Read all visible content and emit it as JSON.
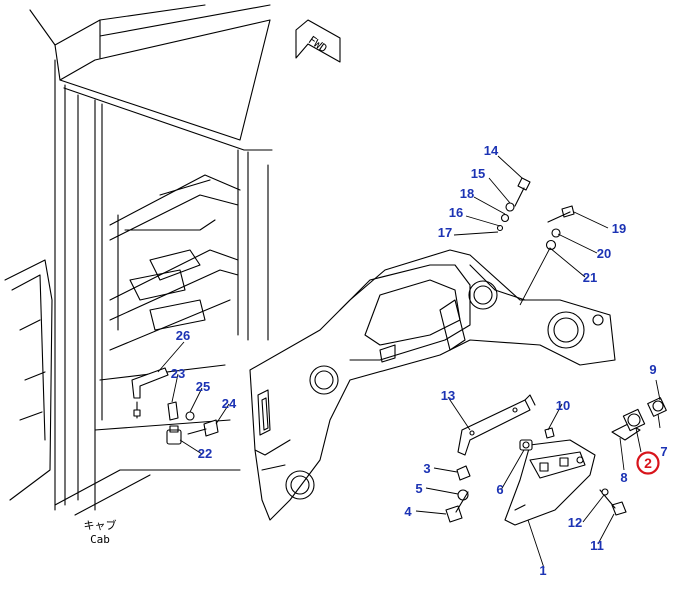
{
  "direction_marker": {
    "text": "FWD"
  },
  "cab_caption": {
    "japanese": "キャブ",
    "english": "Cab"
  },
  "highlighted_part": {
    "number": "2",
    "color": "#d8141b"
  },
  "label_color": "#1c33b4",
  "parts": [
    {
      "number": "1"
    },
    {
      "number": "3"
    },
    {
      "number": "4"
    },
    {
      "number": "5"
    },
    {
      "number": "6"
    },
    {
      "number": "7"
    },
    {
      "number": "8"
    },
    {
      "number": "9"
    },
    {
      "number": "10"
    },
    {
      "number": "11"
    },
    {
      "number": "12"
    },
    {
      "number": "13"
    },
    {
      "number": "14"
    },
    {
      "number": "15"
    },
    {
      "number": "16"
    },
    {
      "number": "17"
    },
    {
      "number": "18"
    },
    {
      "number": "19"
    },
    {
      "number": "20"
    },
    {
      "number": "21"
    },
    {
      "number": "22"
    },
    {
      "number": "23"
    },
    {
      "number": "24"
    },
    {
      "number": "25"
    },
    {
      "number": "26"
    }
  ]
}
